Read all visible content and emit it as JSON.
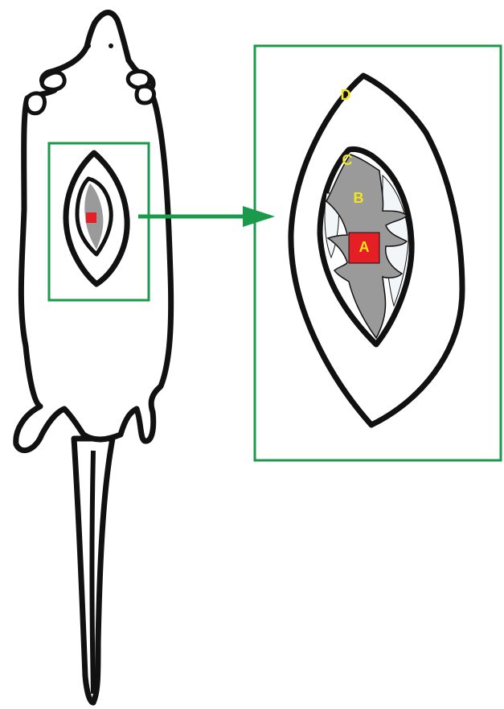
{
  "colors": {
    "outline": "#111111",
    "frame": "#1a9a4a",
    "arrow": "#1a9a4a",
    "tissue_gray": "#9a9a9a",
    "lung_white": "#f3f6f9",
    "marker_red": "#e41f26",
    "label_yellow": "#f4e41a"
  },
  "labels": {
    "a": "A",
    "b": "B",
    "c": "C",
    "d": "D"
  }
}
